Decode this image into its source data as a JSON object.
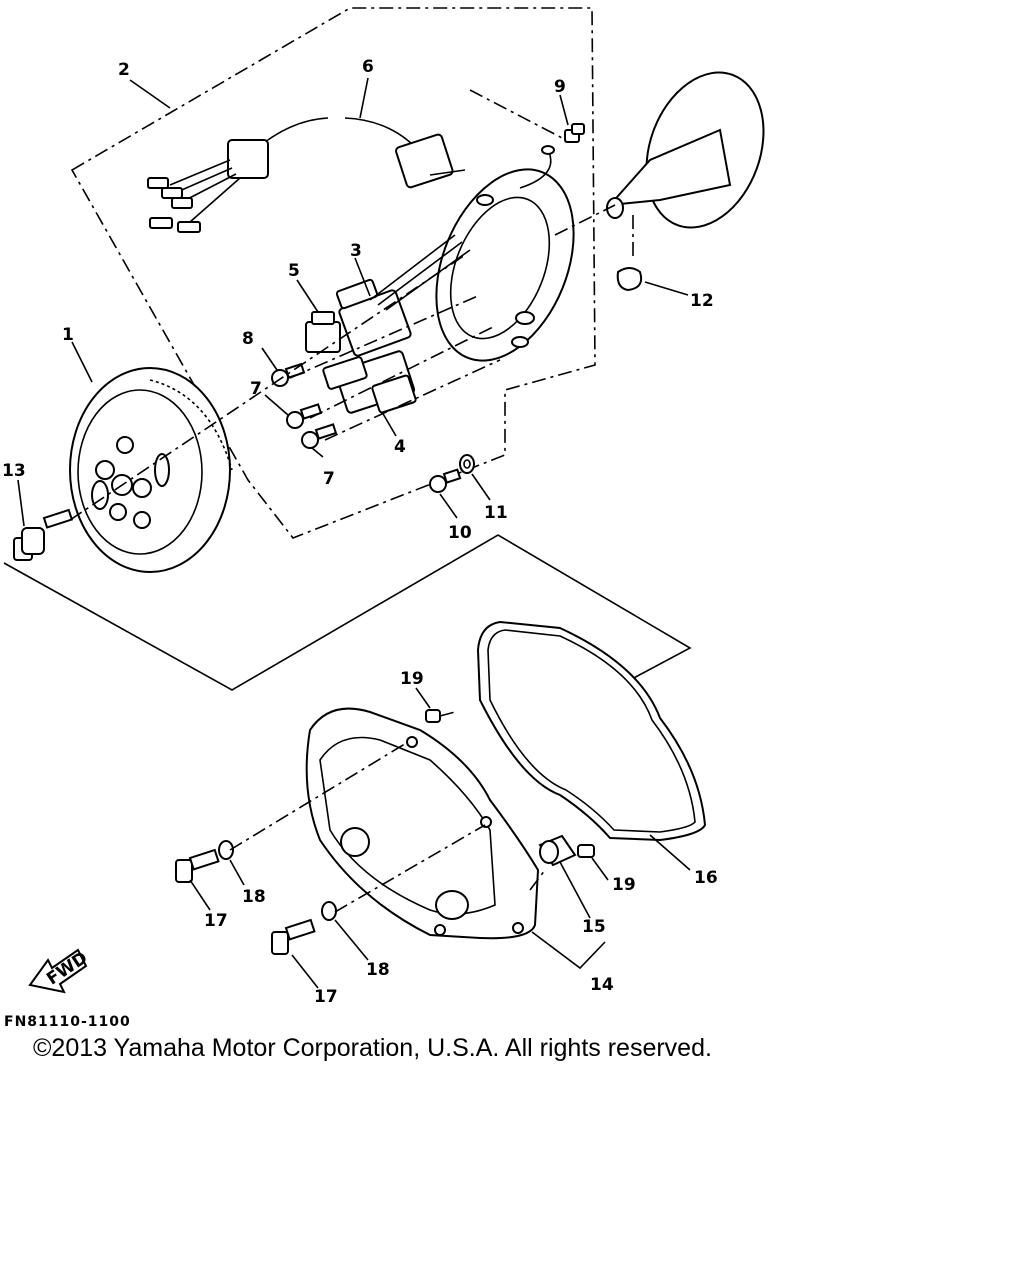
{
  "diagram": {
    "callouts": [
      "1",
      "2",
      "3",
      "4",
      "5",
      "6",
      "7",
      "7",
      "8",
      "9",
      "10",
      "11",
      "12",
      "13",
      "14",
      "15",
      "16",
      "17",
      "17",
      "18",
      "18",
      "19",
      "19"
    ],
    "fwd_label": "FWD",
    "figure_code": "FN81110-1100",
    "copyright": "©2013 Yamaha Motor Corporation, U.S.A. All rights reserved."
  }
}
